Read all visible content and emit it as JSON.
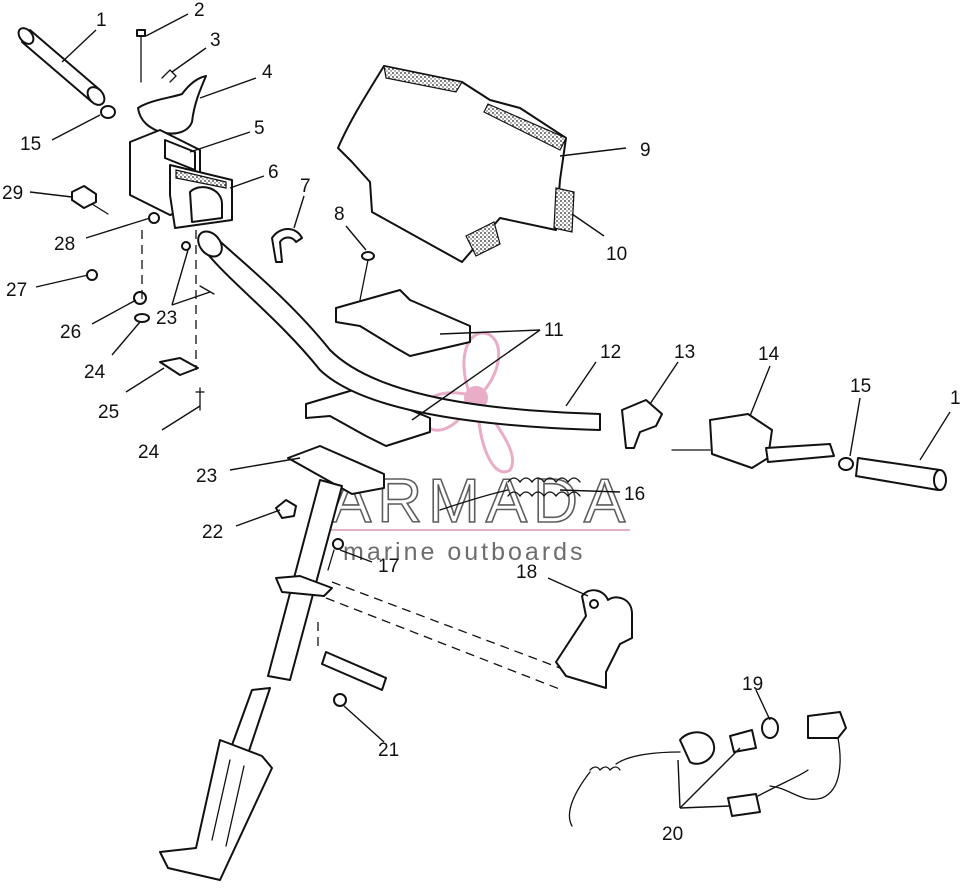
{
  "diagram": {
    "callouts": [
      "1",
      "2",
      "3",
      "4",
      "15",
      "5",
      "29",
      "6",
      "7",
      "28",
      "8",
      "27",
      "26",
      "23",
      "24",
      "25",
      "24",
      "23",
      "22",
      "9",
      "10",
      "11",
      "12",
      "13",
      "14",
      "15",
      "1",
      "16",
      "17",
      "18",
      "21",
      "19",
      "20"
    ]
  },
  "watermark": {
    "brand": "ARMADA",
    "tagline": "marine outboards",
    "accent": "#e8a9c5",
    "divider": "#d98fb4"
  }
}
